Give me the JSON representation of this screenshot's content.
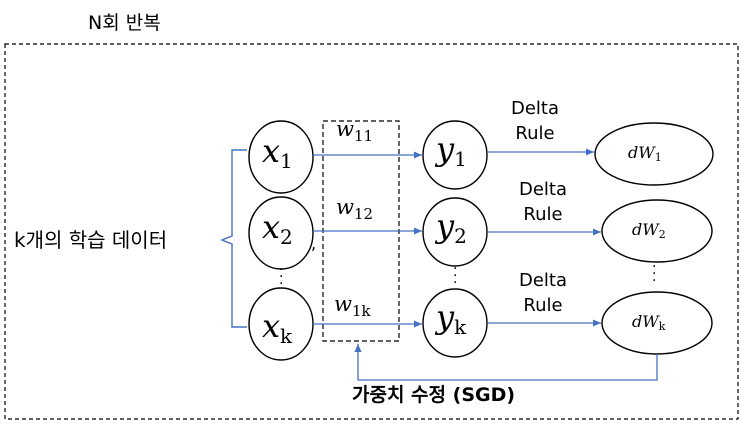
{
  "title": "N회 반복",
  "input_label": "k개의 학습 데이터",
  "update_label": "가중치 수정 (SGD)",
  "inputs": [
    {
      "base": "x",
      "sub": "1"
    },
    {
      "base": "x",
      "sub": "2"
    },
    {
      "base": "x",
      "sub": "k"
    }
  ],
  "weights": [
    {
      "base": "w",
      "sub": "11"
    },
    {
      "base": "w",
      "sub": "12"
    },
    {
      "base": "w",
      "sub": "1k"
    }
  ],
  "outputs": [
    {
      "base": "y",
      "sub": "1"
    },
    {
      "base": "y",
      "sub": "2"
    },
    {
      "base": "y",
      "sub": "k"
    }
  ],
  "deltas": [
    {
      "base": "dW",
      "sub": "1"
    },
    {
      "base": "dW",
      "sub": "2"
    },
    {
      "base": "dW",
      "sub": "k"
    }
  ],
  "rule_labels": [
    {
      "line1": "Delta",
      "line2": "Rule"
    },
    {
      "line1": "Delta",
      "line2": "Rule"
    },
    {
      "line1": "Delta",
      "line2": "Rule"
    }
  ],
  "ellipsis": "·",
  "stray_mark": ",",
  "colors": {
    "arrow": "#4472c4",
    "stroke": "#000000"
  }
}
